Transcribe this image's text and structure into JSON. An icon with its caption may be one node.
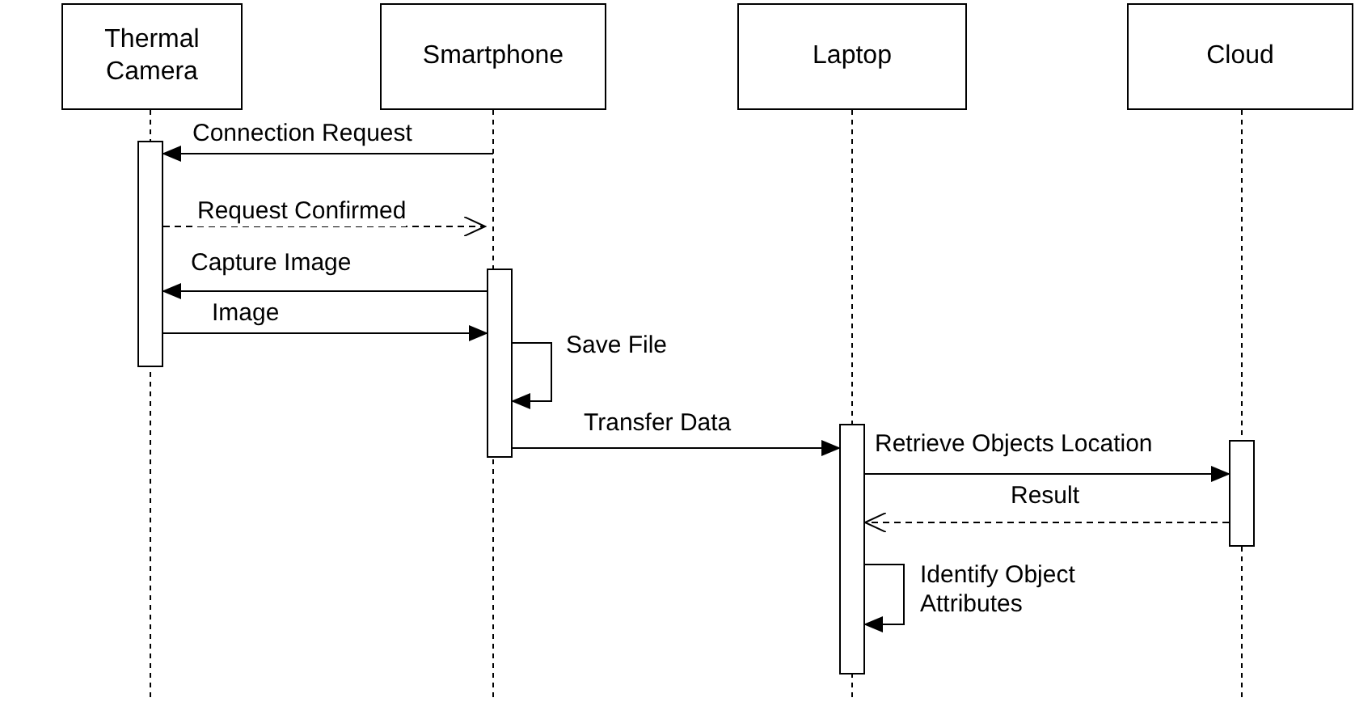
{
  "diagram": {
    "nodes": [
      {
        "text": [
          "Thermal Camera"
        ]
      },
      {
        "text": [
          "Smartphone"
        ]
      },
      {
        "text": [
          "Laptop"
        ]
      },
      {
        "text": [
          "Cloud"
        ]
      },
      {
        "text": [],
        "shape": "bar"
      },
      {
        "text": [],
        "shape": "bar"
      },
      {
        "text": [],
        "shape": "bar"
      },
      {
        "text": [],
        "shape": "bar"
      }
    ],
    "edges": [
      {
        "from": null,
        "to": 4,
        "arrow": "to",
        "label": "Connection Request"
      },
      {
        "from": 4,
        "to": null,
        "arrow": "to",
        "label": "Request Confirmed",
        "style": "dashed"
      },
      {
        "from": 5,
        "to": 4,
        "arrow": "to",
        "label": "Capture Image"
      },
      {
        "from": 4,
        "to": 5,
        "arrow": "to",
        "label": "Image"
      },
      {
        "from": 5,
        "to": 5,
        "arrow": "to",
        "label": "Save File"
      },
      {
        "from": 5,
        "to": 6,
        "arrow": "to",
        "label": "Transfer Data"
      },
      {
        "from": 6,
        "to": 7,
        "arrow": "to",
        "label": "Retrieve Objects Location"
      },
      {
        "from": 7,
        "to": 6,
        "arrow": "to",
        "label": "Result",
        "style": "dashed"
      },
      {
        "from": 6,
        "to": 6,
        "arrow": "to",
        "label": "Identify Object Attributes"
      }
    ]
  }
}
